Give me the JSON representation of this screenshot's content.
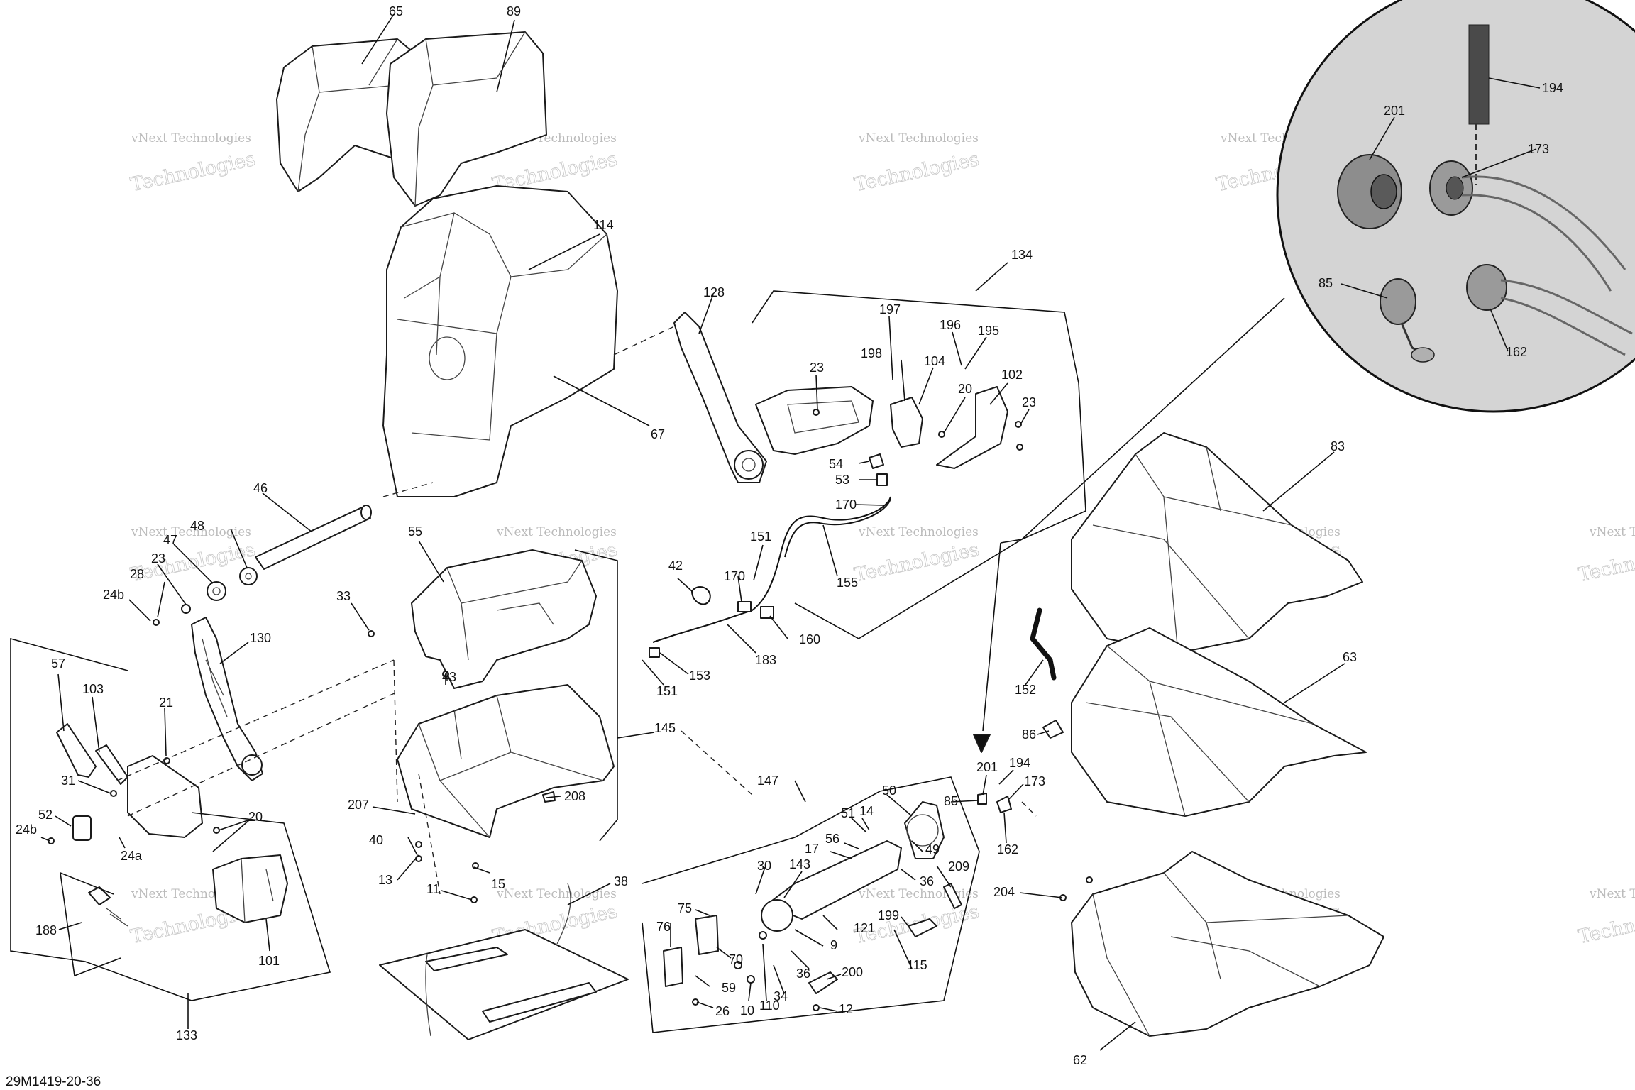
{
  "figure_code": "29M1419-20-36",
  "watermark": {
    "line1": "vNext Technologies",
    "line2": "Technologies"
  },
  "callouts": [
    "65",
    "89",
    "114",
    "67",
    "46",
    "48",
    "47",
    "23",
    "28",
    "24b",
    "130",
    "57",
    "103",
    "21",
    "31",
    "52",
    "24b",
    "24a",
    "20",
    "188",
    "101",
    "133",
    "33",
    "55",
    "43",
    "207",
    "40",
    "13",
    "11",
    "15",
    "208",
    "145",
    "38",
    "128",
    "134",
    "197",
    "196",
    "195",
    "198",
    "104",
    "23",
    "102",
    "20",
    "23",
    "54",
    "53",
    "170",
    "151",
    "42",
    "170",
    "155",
    "183",
    "160",
    "153",
    "151",
    "147",
    "50",
    "51",
    "14",
    "17",
    "56",
    "30",
    "143",
    "49",
    "209",
    "36",
    "75",
    "121",
    "199",
    "76",
    "70",
    "9",
    "59",
    "26",
    "10",
    "110",
    "34",
    "36",
    "200",
    "115",
    "12",
    "201",
    "85",
    "194",
    "173",
    "162",
    "204",
    "62",
    "83",
    "63",
    "152",
    "86",
    "194",
    "201",
    "173",
    "85",
    "162"
  ],
  "colors": {
    "line": "#1a1a1a",
    "inset_bg": "#d4d4d4",
    "watermark": "#bbbbbb"
  }
}
